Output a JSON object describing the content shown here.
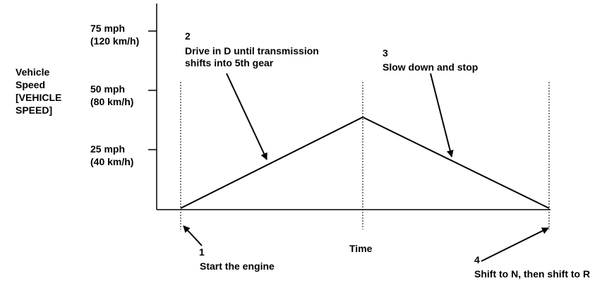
{
  "y_axis": {
    "title": [
      "Vehicle",
      "Speed",
      "[VEHICLE",
      "SPEED]"
    ],
    "ticks": [
      {
        "line1": "75 mph",
        "line2": "(120 km/h)"
      },
      {
        "line1": "50 mph",
        "line2": "(80 km/h)"
      },
      {
        "line1": "25 mph",
        "line2": "(40 km/h)"
      }
    ]
  },
  "x_axis": {
    "title": "Time"
  },
  "steps": [
    {
      "number": "1",
      "text": [
        "Start the engine"
      ]
    },
    {
      "number": "2",
      "text": [
        "Drive in D until transmission",
        "shifts into 5th gear"
      ]
    },
    {
      "number": "3",
      "text": [
        "Slow down and stop"
      ]
    },
    {
      "number": "4",
      "text": [
        "Shift to N, then shift to R"
      ]
    }
  ]
}
